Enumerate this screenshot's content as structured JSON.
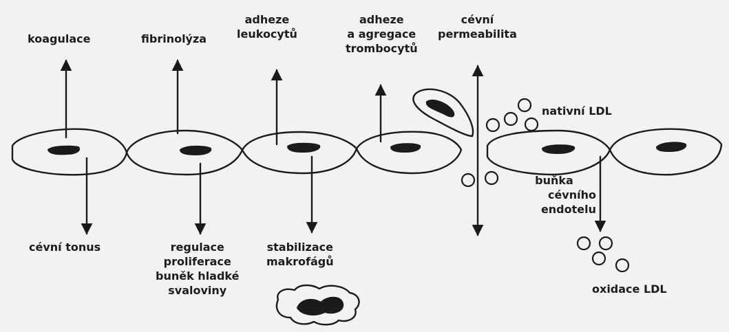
{
  "labels": {
    "koagulace": "koagulace",
    "fibrinolyza": "fibrinolýza",
    "adheze_leuk": [
      "adheze",
      "leukocytů"
    ],
    "adheze_tromb": [
      "adheze",
      "a agregace",
      "trombocytů"
    ],
    "permeabilita": [
      "cévní",
      "permeabilita"
    ],
    "nativni_ldl": "nativní LDL",
    "cevni_tonus": "cévní tonus",
    "regulace": [
      "regulace",
      "proliferace",
      "buněk hladké",
      "svaloviny"
    ],
    "stabilizace": [
      "stabilizace",
      "makrofágů"
    ],
    "bunka": [
      "buňka",
      "cévního",
      "endotelu"
    ],
    "oxidace_ldl": "oxidace LDL"
  }
}
